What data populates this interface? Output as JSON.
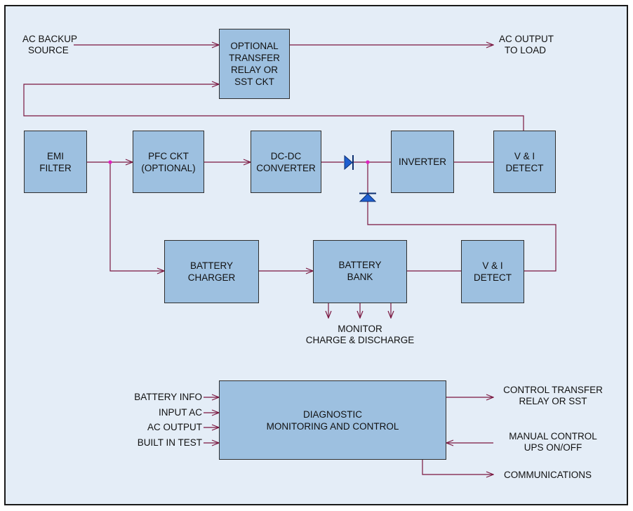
{
  "blocks": {
    "transfer_relay": [
      "OPTIONAL",
      "TRANSFER",
      "RELAY OR",
      "SST CKT"
    ],
    "emi_filter": [
      "EMI",
      "FILTER"
    ],
    "pfc": [
      "PFC CKT",
      "(OPTIONAL)"
    ],
    "dcdc": [
      "DC-DC",
      "CONVERTER"
    ],
    "inverter": [
      "INVERTER"
    ],
    "vi_detect_top": [
      "V & I",
      "DETECT"
    ],
    "battery_charger": [
      "BATTERY",
      "CHARGER"
    ],
    "battery_bank": [
      "BATTERY",
      "BANK"
    ],
    "vi_detect_bottom": [
      "V & I",
      "DETECT"
    ],
    "diagnostic": [
      "DIAGNOSTIC",
      "MONITORING AND CONTROL"
    ]
  },
  "labels": {
    "ac_backup": [
      "AC BACKUP",
      "SOURCE"
    ],
    "ac_output_load": [
      "AC OUTPUT",
      "TO LOAD"
    ],
    "monitor": [
      "MONITOR",
      "CHARGE & DISCHARGE"
    ],
    "battery_info": "BATTERY INFO",
    "input_ac": "INPUT AC",
    "ac_output": "AC OUTPUT",
    "built_in_test": "BUILT IN TEST",
    "control_transfer": [
      "CONTROL TRANSFER",
      "RELAY OR SST"
    ],
    "manual_control": [
      "MANUAL CONTROL",
      "UPS ON/OFF"
    ],
    "communications": "COMMUNICATIONS"
  },
  "colors": {
    "wire": "#7a1740",
    "junction": "#e020c0",
    "diode": "#1f5fd0",
    "block_fill": "#9dc0e0",
    "background": "#e4edf7"
  }
}
